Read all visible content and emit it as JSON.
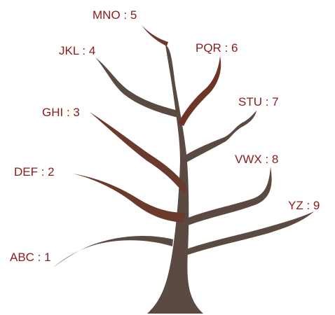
{
  "colors": {
    "trunk": "#5b4a42",
    "branch": "#5b4a42",
    "label": "#8b1a1a"
  },
  "branches": [
    {
      "letters": "ABC",
      "number": 1,
      "text": "ABC : 1"
    },
    {
      "letters": "DEF",
      "number": 2,
      "text": "DEF : 2"
    },
    {
      "letters": "GHI",
      "number": 3,
      "text": "GHI : 3"
    },
    {
      "letters": "JKL",
      "number": 4,
      "text": "JKL : 4"
    },
    {
      "letters": "MNO",
      "number": 5,
      "text": "MNO : 5"
    },
    {
      "letters": "PQR",
      "number": 6,
      "text": "PQR : 6"
    },
    {
      "letters": "STU",
      "number": 7,
      "text": "STU : 7"
    },
    {
      "letters": "VWX",
      "number": 8,
      "text": "VWX : 8"
    },
    {
      "letters": "YZ",
      "number": 9,
      "text": "YZ : 9"
    }
  ]
}
